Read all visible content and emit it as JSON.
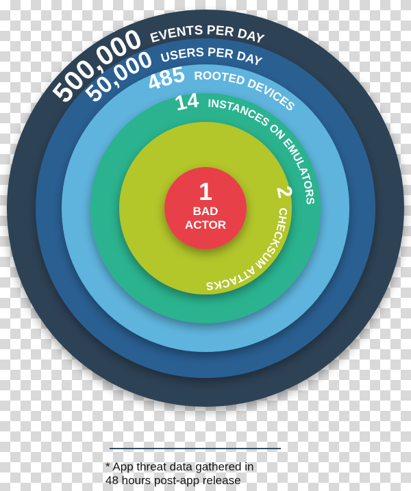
{
  "colors": {
    "ring_1": "#2f4254",
    "ring_2": "#2a5f92",
    "ring_3": "#5fb4de",
    "ring_4": "#2bb38e",
    "ring_5": "#b3c62a",
    "core": "#e8404a",
    "footer_rule": "#2e4a63"
  },
  "rings": [
    {
      "number": "500,000",
      "label": "EVENTS PER DAY"
    },
    {
      "number": "50,000",
      "label": "USERS PER DAY"
    },
    {
      "number": "485",
      "label": "ROOTED DEVICES"
    },
    {
      "number": "14",
      "label": "INSTANCES ON EMULATORS"
    },
    {
      "number": "2",
      "label": "CHECKSUM ATTACKS"
    }
  ],
  "core": {
    "number": "1",
    "line1": "BAD",
    "line2": "ACTOR"
  },
  "footnote": {
    "line1": "* App threat data gathered in",
    "line2": "48 hours post-app release"
  }
}
